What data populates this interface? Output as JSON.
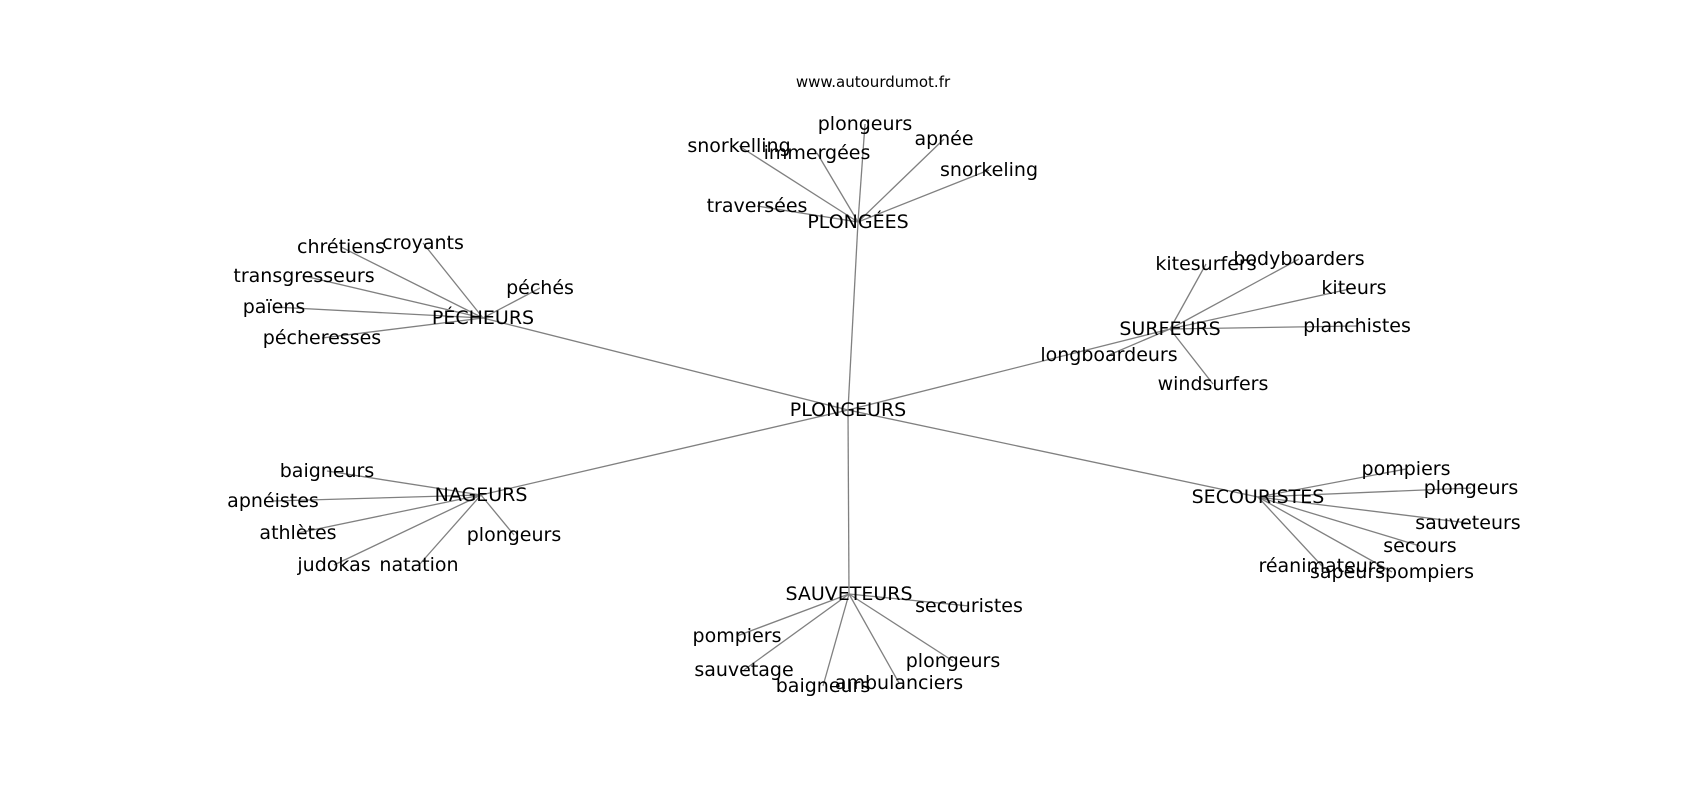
{
  "watermark": "www.autourdumot.fr",
  "center": "PLONGEURS",
  "groups": [
    {
      "label": "PLONGÉES",
      "leaves": [
        "plongeurs",
        "apnée",
        "snorkeling",
        "immergées",
        "snorkelling",
        "traversées"
      ]
    },
    {
      "label": "PÉCHEURS",
      "leaves": [
        "croyants",
        "chrétiens",
        "transgresseurs",
        "païens",
        "pécheresses",
        "péchés"
      ]
    },
    {
      "label": "SURFEURS",
      "leaves": [
        "kitesurfers",
        "bodyboarders",
        "kiteurs",
        "planchistes",
        "longboardeurs",
        "windsurfers"
      ]
    },
    {
      "label": "NAGEURS",
      "leaves": [
        "baigneurs",
        "apnéistes",
        "athlètes",
        "judokas",
        "natation",
        "plongeurs"
      ]
    },
    {
      "label": "SECOURISTES",
      "leaves": [
        "pompiers",
        "plongeurs",
        "sauveteurs",
        "secours",
        "sapeurspompiers",
        "réanimateurs"
      ]
    },
    {
      "label": "SAUVETEURS",
      "leaves": [
        "secouristes",
        "pompiers",
        "sauvetage",
        "baigneurs",
        "ambulanciers",
        "plongeurs"
      ]
    }
  ]
}
